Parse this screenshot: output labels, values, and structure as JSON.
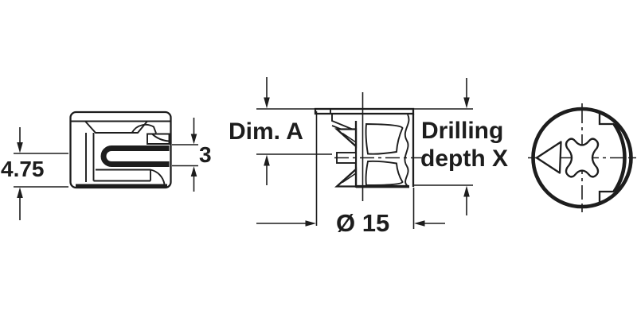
{
  "drawing": {
    "title": "Cam connector fitting dimension drawing",
    "colors": {
      "line": "#1d1d1d",
      "background": "#ffffff"
    },
    "side_view": {
      "height_label": "4.75",
      "slot_label": "3"
    },
    "section_view": {
      "dim_a_label": "Dim. A",
      "diameter_label": "Ø 15",
      "drilling_depth_line1": "Drilling",
      "drilling_depth_line2": "depth X"
    }
  }
}
